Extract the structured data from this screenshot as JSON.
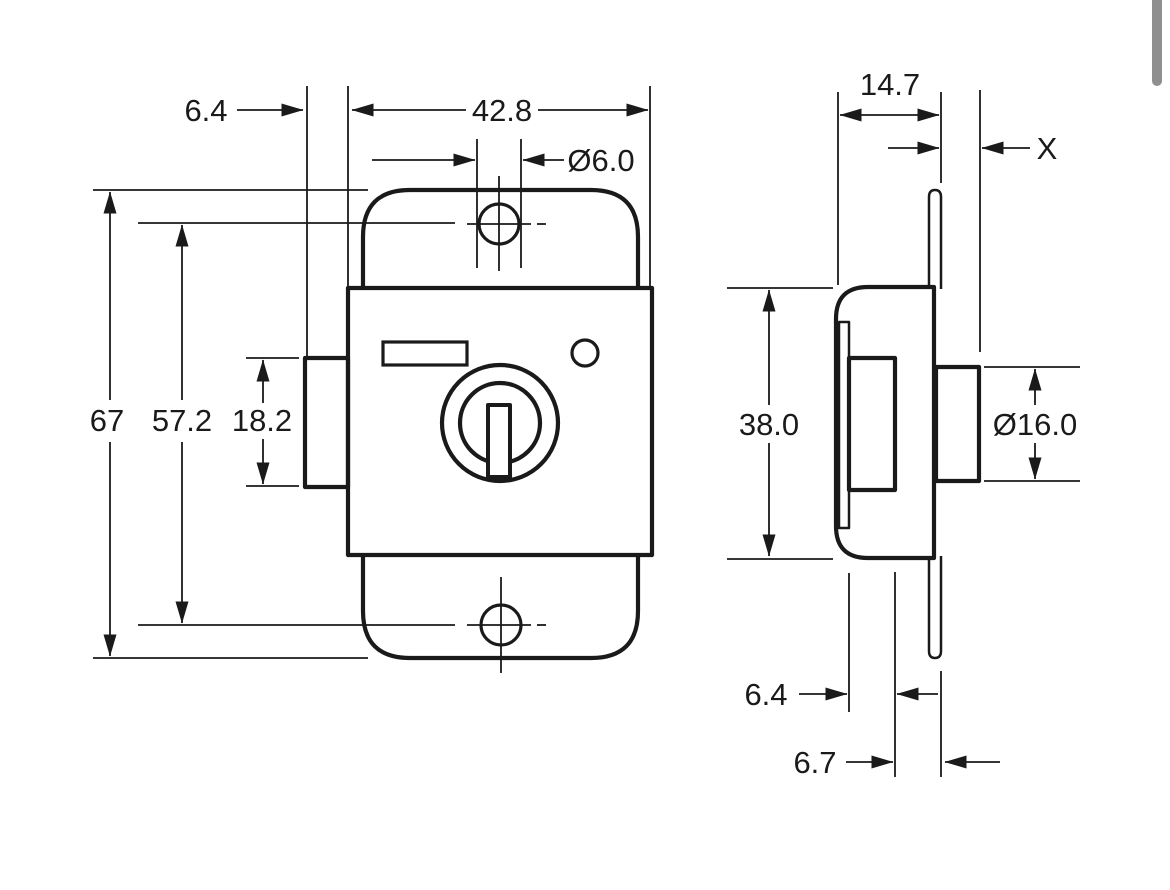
{
  "page": {
    "background": "#ffffff",
    "ink_color": "#1a1a1a"
  },
  "scrollbar": {
    "thumb_color": "#8f8f8f"
  },
  "drawing": {
    "type": "engineering-drawing",
    "subject": "cam lock, front and side orthographic views with dimensions",
    "views": {
      "front": {
        "dims": {
          "cam_offset": "6.4",
          "body_width": "42.8",
          "mount_hole_dia": "Ø6.0",
          "overall_height": "67",
          "hole_spacing": "57.2",
          "cam_height": "18.2"
        }
      },
      "side": {
        "dims": {
          "body_depth": "14.7",
          "variable_grip": "X",
          "body_height": "38.0",
          "cylinder_dia": "Ø16.0",
          "cam_depth": "6.4",
          "plate_projection": "6.7"
        }
      }
    }
  }
}
